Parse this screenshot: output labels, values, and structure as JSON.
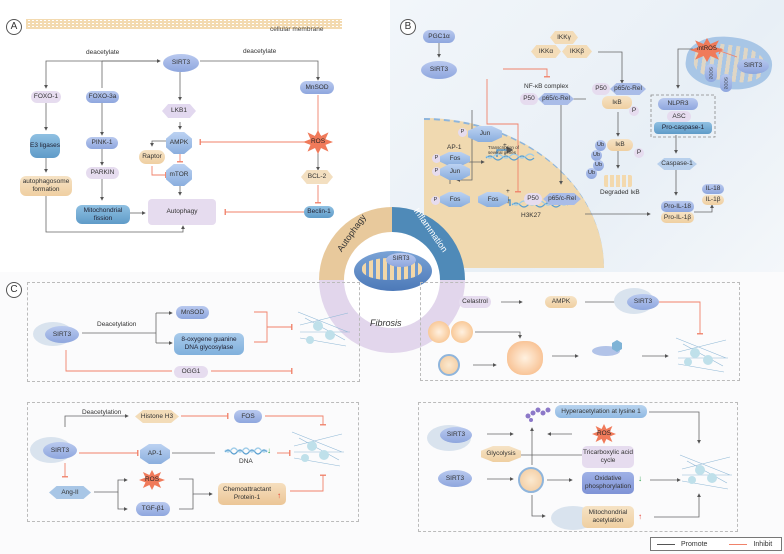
{
  "panels": {
    "A": {
      "letter": "A",
      "membrane_label": "cellular membrane",
      "edge_labels": {
        "deacetylate_left": "deacetylate",
        "deacetylate_right": "deacetylate"
      },
      "nodes": {
        "sirt3": "SIRT3",
        "foxo1": "FOXO-1",
        "foxo3a": "FOXO-3a",
        "e3": "E3 ligases",
        "autophagosome": "autophagosome formation",
        "pink1": "PINK-1",
        "parkin": "PARKIN",
        "mito_fission": "Mitochondrial fission",
        "lkb1": "LKB1",
        "ampk": "AMPK",
        "raptor": "Raptor",
        "mtor": "mTOR",
        "autophagy": "Autophagy",
        "mnsod": "MnSOD",
        "ros": "ROS",
        "bcl2": "BCL-2",
        "beclin1": "Beclin-1"
      }
    },
    "B": {
      "letter": "B",
      "nodes": {
        "pgc1a": "PGC1α",
        "sirt3": "SIRT3",
        "ikkg": "IKKγ",
        "ikka": "IKKα",
        "ikkb": "IKKβ",
        "nfkb_label": "NF-κB complex",
        "p50": "P50",
        "p65": "p65/c-Rel",
        "ikb": "IκB",
        "p": "P",
        "ub": "Ub",
        "degraded": "Degraded IκB",
        "jun": "Jun",
        "fos": "Fos",
        "ap1": "AP-1",
        "transcription": "Transcription of several genes",
        "plus": "+",
        "h3k27": "H3K27",
        "mtros": "mtROS",
        "sirt3_mito": "SIRT3",
        "sod2": "SOD2",
        "nlrp3": "NLPR3",
        "asc": "ASC",
        "procasp1": "Pro-caspase-1",
        "casp1": "Caspase-1",
        "proil18": "Pro-IL-18",
        "proil1b": "Pro-IL-1β",
        "il18": "IL-18",
        "il1b": "IL-1β"
      }
    },
    "C": {
      "letter": "C",
      "box1": {
        "sirt3": "SIRT3",
        "deacetylation": "Deacetylation",
        "mnsod": "MnSOD",
        "ogg": "8-oxygene guanine DNA glycosylase",
        "ogg1": "OGG1"
      },
      "box2": {
        "celastrol": "Celastrol",
        "ampk": "AMPK",
        "sirt3": "SIRT3"
      },
      "box3": {
        "sirt3": "SIRT3",
        "deacetylation": "Deacetylation",
        "histone": "Histone H3",
        "fos": "FOS",
        "ap1": "AP-1",
        "dna": "DNA",
        "angii": "Ang-II",
        "ros": "ROS",
        "tgf": "TGF-β1",
        "mcp": "Chemoattractant Protein-1",
        "up": "↑",
        "down": "↓"
      },
      "box4": {
        "hyper": "Hyperacetylation at lysine 1",
        "sirt3a": "SIRT3",
        "ros": "ROS",
        "glycolysis": "Glycolysis",
        "tca": "Tricarboxylic acid cycle",
        "sirt3b": "SIRT3",
        "oxphos": "Oxidative phosphorylation",
        "mito_acetyl": "Mitochondrial acetylation",
        "up": "↑",
        "down": "↓"
      }
    }
  },
  "center": {
    "sirt3": "SIRT3",
    "autophagy": "Autophagy",
    "inflammation": "Inflammation",
    "fibrosis": "Fibrosis"
  },
  "legend": {
    "promote": "Promote",
    "inhibit": "Inhibit"
  },
  "colors": {
    "promote": "#555555",
    "inhibit": "#f0826a",
    "blue_node": "#9fb4e6",
    "tan_node": "#f2d8ae",
    "lilac_node": "#e6dcef"
  }
}
